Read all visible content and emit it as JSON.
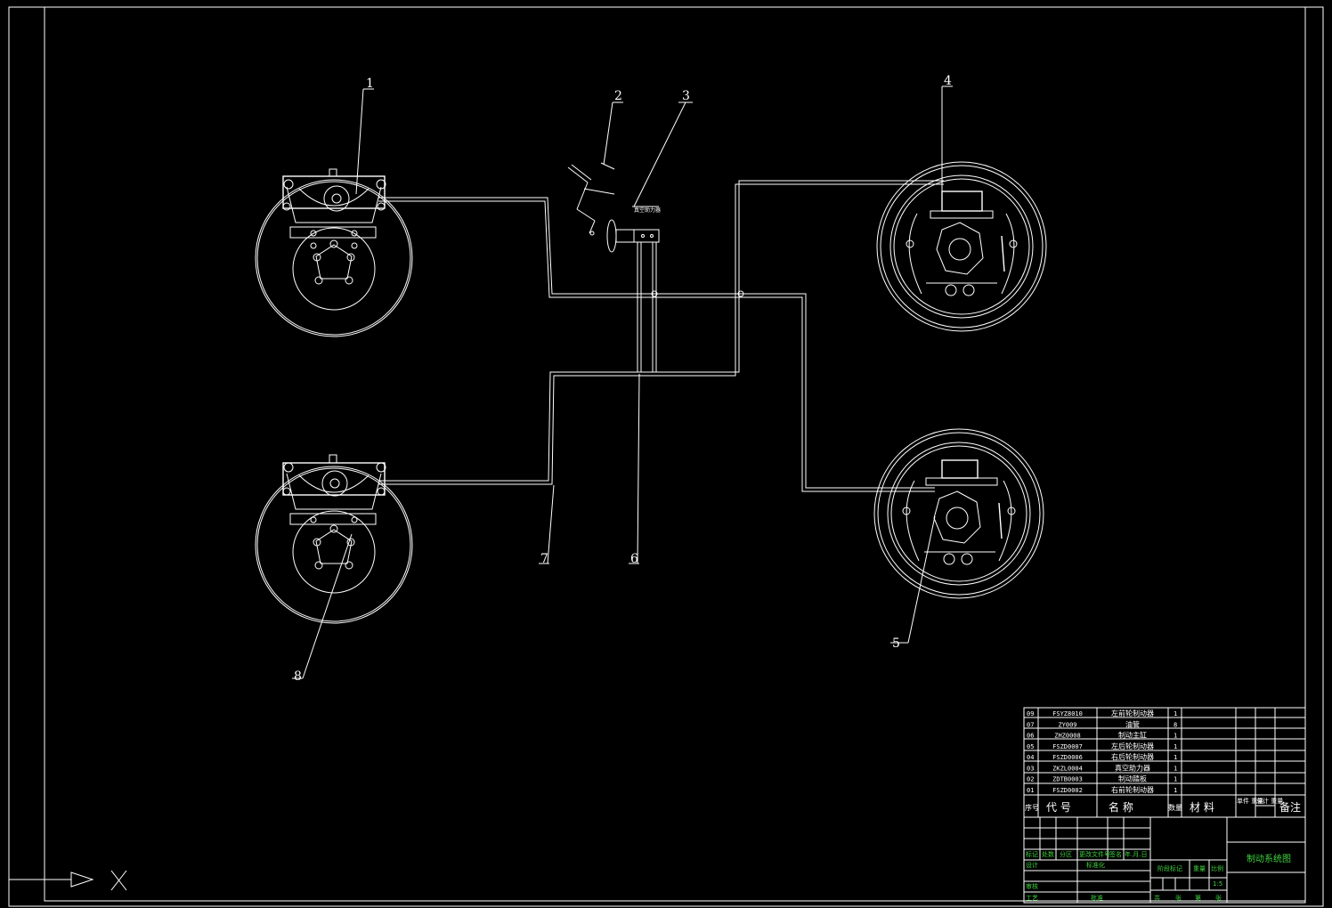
{
  "callouts": [
    "1",
    "2",
    "3",
    "4",
    "5",
    "6",
    "7",
    "8"
  ],
  "booster_label": "真空助力器",
  "parts_list": [
    {
      "no": "09",
      "code": "FSYZ8010",
      "name": "左前轮制动器",
      "qty": "1"
    },
    {
      "no": "07",
      "code": "ZY009",
      "name": "油管",
      "qty": "8"
    },
    {
      "no": "06",
      "code": "ZHZ0008",
      "name": "制动主缸",
      "qty": "1"
    },
    {
      "no": "05",
      "code": "FSZD0007",
      "name": "左后轮制动器",
      "qty": "1"
    },
    {
      "no": "04",
      "code": "FSZD0006",
      "name": "右后轮制动器",
      "qty": "1"
    },
    {
      "no": "03",
      "code": "ZKZL0004",
      "name": "真空助力器",
      "qty": "1"
    },
    {
      "no": "02",
      "code": "ZDTB0003",
      "name": "制动踏板",
      "qty": "1"
    },
    {
      "no": "01",
      "code": "FSZD0002",
      "name": "右前轮制动器",
      "qty": "1"
    }
  ],
  "parts_header": {
    "seq": "序号",
    "code": "代 号",
    "name": "名 称",
    "qty": "数量",
    "material": "材 料",
    "unit_weight": "单件 重量",
    "total_weight": "总计 重量",
    "remark": "备注"
  },
  "title_block": {
    "drawing_title": "制动系统图",
    "scale": "1:5",
    "row_labels": [
      "标记",
      "处数",
      "分区",
      "更改文件号",
      "签名",
      "年.月.日"
    ],
    "design": "设计",
    "standardize": "标准化",
    "review": "审核",
    "process": "工艺",
    "approve": "批准",
    "stage_mark": "阶段标记",
    "weight": "重量",
    "scale_label": "比例",
    "sheets": [
      "共",
      "张",
      "第",
      "张"
    ]
  },
  "ucs": {
    "x_label": "X"
  }
}
